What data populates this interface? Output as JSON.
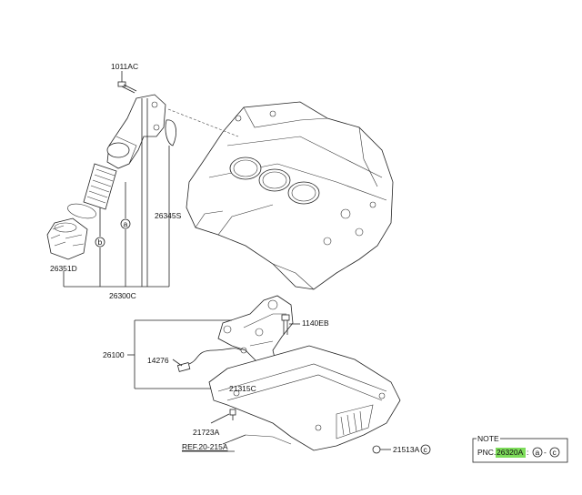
{
  "labels": {
    "bolt": "1011AC",
    "gasket": "26345S",
    "filter_cap": "26351D",
    "filter_assembly": "26300C",
    "oil_pump": "26100",
    "bolt_pump": "1140EB",
    "sensor": "14276",
    "drain_plug": "21315C",
    "pan_plug": "21723A",
    "ref": "REF.20-215A",
    "pan_bolt": "21513A"
  },
  "circles": {
    "a": "a",
    "b": "b",
    "c": "c"
  },
  "note": {
    "title": "NOTE",
    "pnc_label": "PNC.",
    "pnc_value": "26320A",
    "dash": ":",
    "item_a": "a",
    "sep": "-",
    "item_c": "c"
  },
  "colors": {
    "highlight": "#7ddc5a",
    "line": "#222222"
  }
}
